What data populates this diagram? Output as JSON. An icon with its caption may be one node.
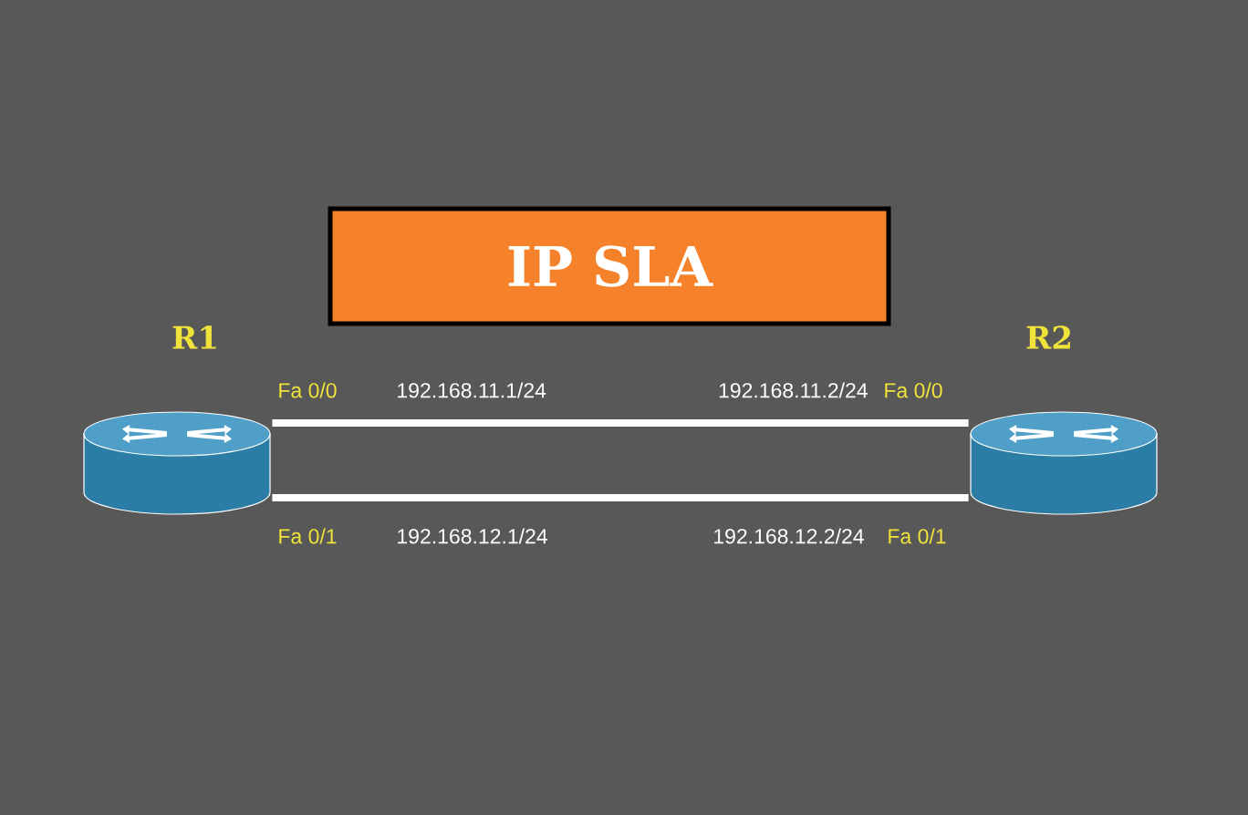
{
  "diagram": {
    "nodes": [
      {
        "text": [
          "IP SLA"
        ]
      },
      {
        "text": [
          "R1"
        ]
      },
      {
        "text": [
          "R2"
        ]
      }
    ],
    "edges": [
      {
        "from": 1,
        "to": 2,
        "arrow": "none"
      },
      {
        "from": 1,
        "to": 2,
        "arrow": "none"
      }
    ],
    "labels": [
      "Fa 0/0",
      "192.168.11.1/24",
      "192.168.11.2/24",
      "Fa 0/0",
      "Fa 0/1",
      "192.168.12.1/24",
      "192.168.12.2/24",
      "Fa 0/1"
    ]
  }
}
